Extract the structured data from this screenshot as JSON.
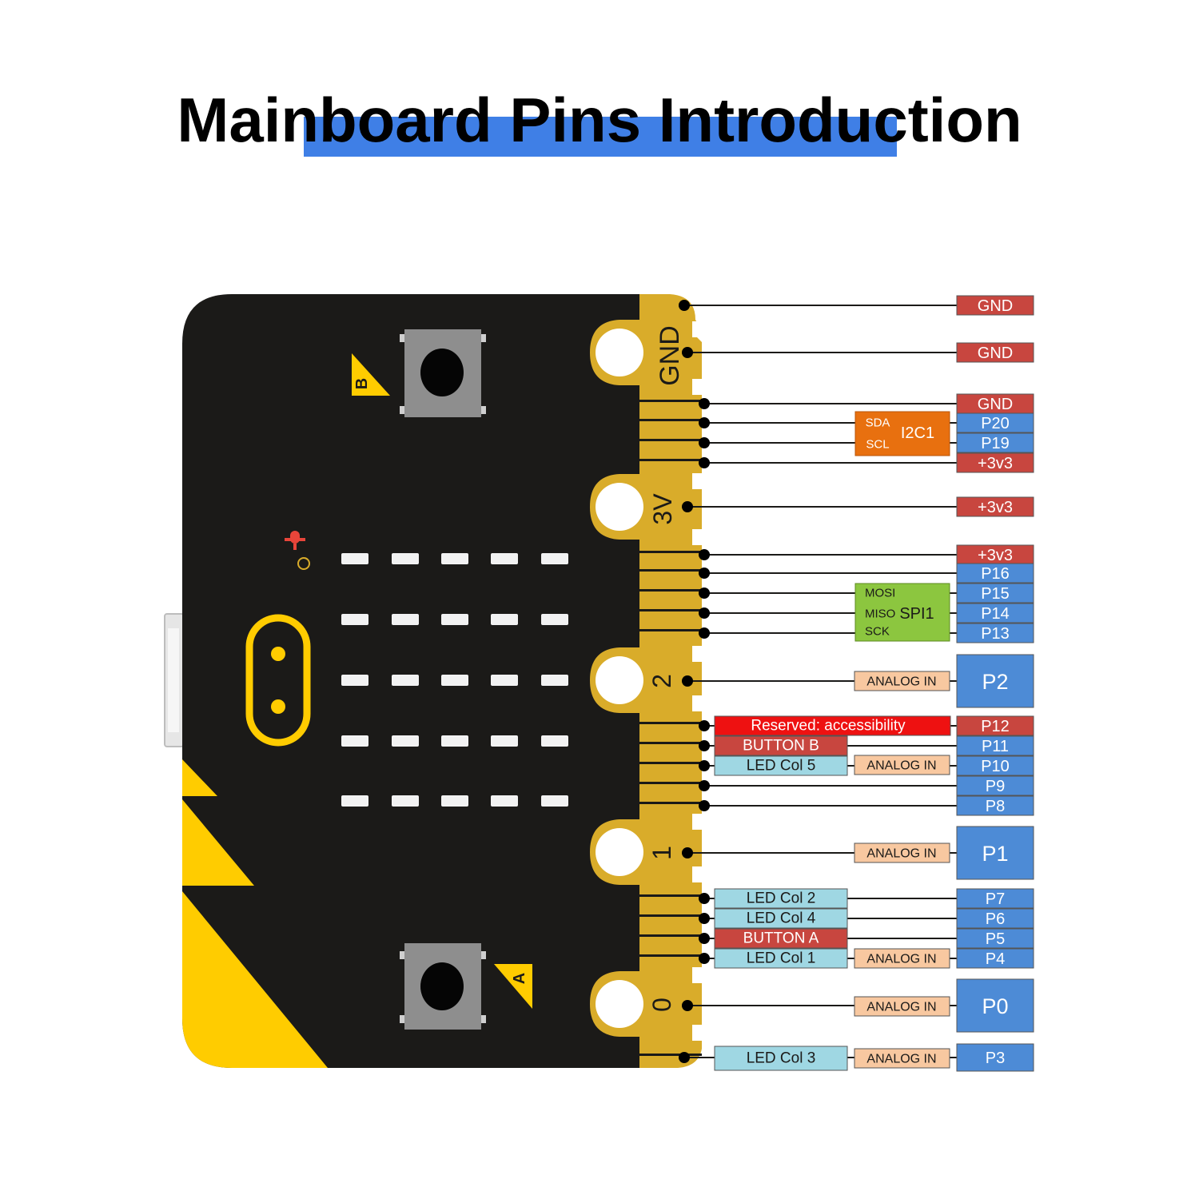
{
  "title": "Mainboard Pins Introduction",
  "colors": {
    "board": "#1b1a18",
    "gold": "#d9ac2a",
    "yellow": "#ffcc00",
    "gnd": "#c8463f",
    "power": "#c8463f",
    "pin": "#4d8bd6",
    "i2c": "#e8700f",
    "spi": "#8cc63f",
    "led": "#9fd7e3",
    "analog": "#f8c8a0",
    "button": "#c8463f",
    "reserved": "#ee1111"
  },
  "board": {
    "button_b": "B",
    "button_a": "A",
    "pad_labels": {
      "gnd": "GND",
      "v3": "3V",
      "p2": "2",
      "p1": "1",
      "p0": "0"
    }
  },
  "pins": [
    {
      "label": "GND",
      "kind": "gnd"
    },
    {
      "label": "GND",
      "kind": "gnd"
    },
    {
      "label": "GND",
      "kind": "gnd"
    },
    {
      "label": "P20",
      "kind": "pin"
    },
    {
      "label": "P19",
      "kind": "pin"
    },
    {
      "label": "+3v3",
      "kind": "power"
    },
    {
      "label": "+3v3",
      "kind": "power"
    },
    {
      "label": "+3v3",
      "kind": "power"
    },
    {
      "label": "P16",
      "kind": "pin"
    },
    {
      "label": "P15",
      "kind": "pin"
    },
    {
      "label": "P14",
      "kind": "pin"
    },
    {
      "label": "P13",
      "kind": "pin"
    },
    {
      "label": "P2",
      "kind": "pin",
      "big": true
    },
    {
      "label": "P12",
      "kind": "power"
    },
    {
      "label": "P11",
      "kind": "pin"
    },
    {
      "label": "P10",
      "kind": "pin"
    },
    {
      "label": "P9",
      "kind": "pin"
    },
    {
      "label": "P8",
      "kind": "pin"
    },
    {
      "label": "P1",
      "kind": "pin",
      "big": true
    },
    {
      "label": "P7",
      "kind": "pin"
    },
    {
      "label": "P6",
      "kind": "pin"
    },
    {
      "label": "P5",
      "kind": "pin"
    },
    {
      "label": "P4",
      "kind": "pin"
    },
    {
      "label": "P0",
      "kind": "pin",
      "big": true
    },
    {
      "label": "P3",
      "kind": "pin"
    }
  ],
  "functions": {
    "i2c": {
      "name": "I2C1",
      "sda": "SDA",
      "scl": "SCL"
    },
    "spi": {
      "name": "SPI1",
      "mosi": "MOSI",
      "miso": "MISO",
      "sck": "SCK"
    },
    "analog_in": "ANALOG IN",
    "reserved": "Reserved: accessibility",
    "button_b": "BUTTON B",
    "button_a": "BUTTON A",
    "led_col_5": "LED Col 5",
    "led_col_2": "LED Col 2",
    "led_col_4": "LED Col 4",
    "led_col_1": "LED Col 1",
    "led_col_3": "LED Col 3"
  }
}
